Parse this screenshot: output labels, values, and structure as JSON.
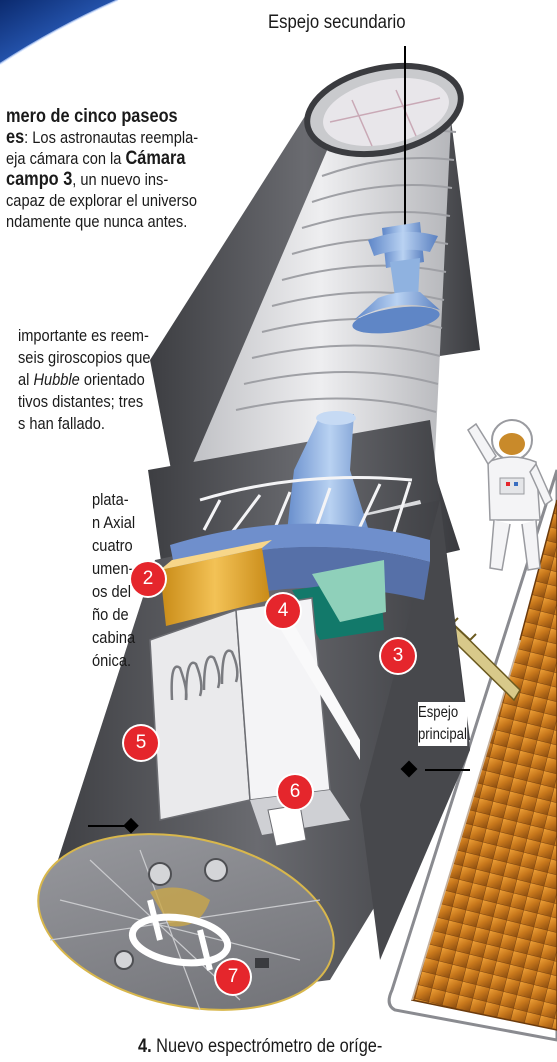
{
  "labels": {
    "secondary_mirror": "Espejo secundario",
    "primary_mirror_1": "Espejo",
    "primary_mirror_2": "principal"
  },
  "text": {
    "p1_l1a": "mero de cinco paseos",
    "p1_l2a": "es",
    "p1_l2b": ": Los astronautas reempla-",
    "p1_l3a": "eja cámara con la ",
    "p1_l3b": "Cámara",
    "p1_l4a": "campo 3",
    "p1_l4b": ", un nuevo ins-",
    "p1_l5": "capaz de explorar el universo",
    "p1_l6": "ndamente que nunca antes.",
    "p2_l1": "importante es reem-",
    "p2_l2": "seis giroscopios que",
    "p2_l3a": "al ",
    "p2_l3b": "Hubble",
    "p2_l3c": " orientado",
    "p2_l4": "tivos distantes; tres",
    "p2_l5": "s han fallado.",
    "p3_l1": "plata-",
    "p3_l2": "n Axial",
    "p3_l3": "cuatro",
    "p3_l4": "umen-",
    "p3_l5": "os del",
    "p3_l6": "ño de",
    "p3_l7": "cabina",
    "p3_l8": "ónica.",
    "caption_num": "4.",
    "caption_text": " Nuevo espectrómetro de oríge-"
  },
  "badges": [
    "2",
    "3",
    "4",
    "5",
    "6",
    "7"
  ],
  "colors": {
    "badge": "#e5262c",
    "tube": "#4e4f53",
    "tube_interior": "#dcdde0",
    "blue_ring": "#6f8fcc",
    "gold": "#e3a92c",
    "teal": "#12796a",
    "solar_panel": "#c8781c",
    "mirror": "#8fb2e0"
  }
}
